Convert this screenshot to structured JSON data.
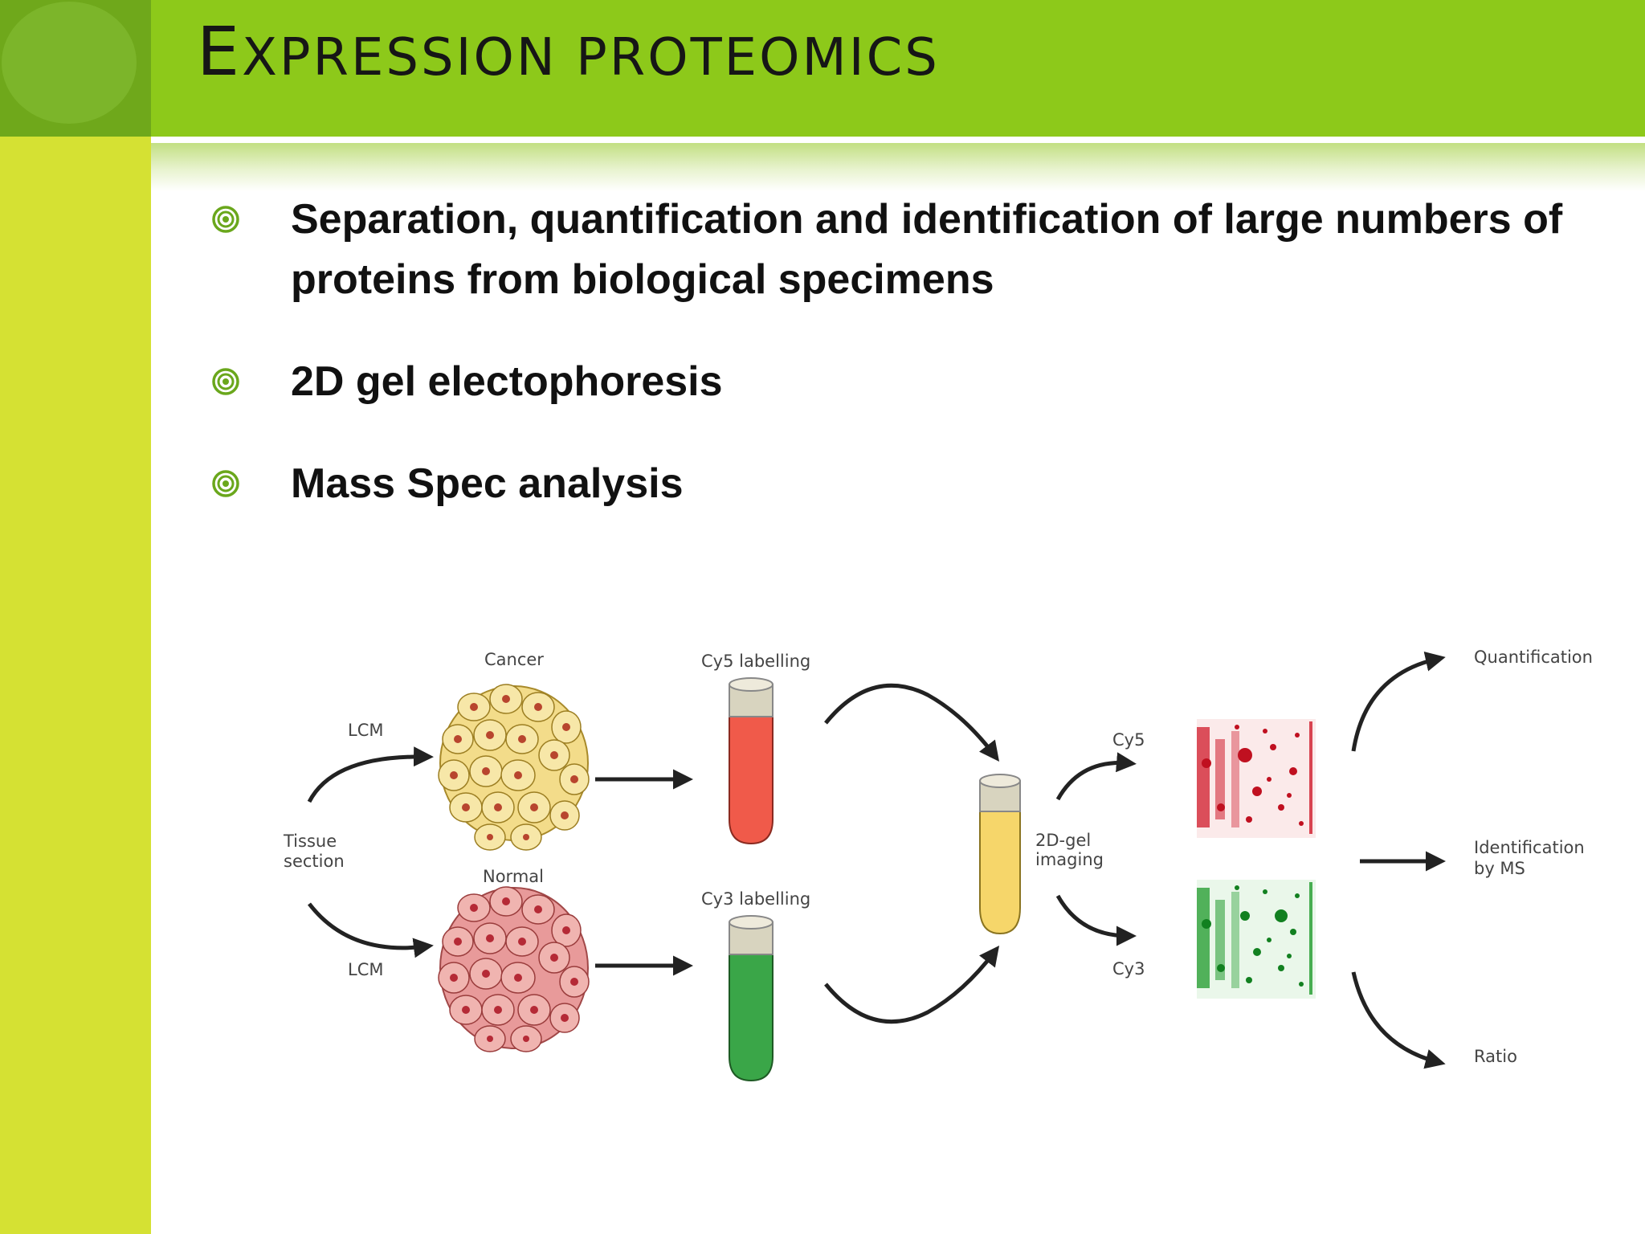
{
  "slide": {
    "title_first": "E",
    "title_rest": "XPRESSION  PROTEOMICS",
    "colors": {
      "header": "#8dc91a",
      "left_bar": "#d5e133",
      "bullet": "#6aa71c"
    }
  },
  "bullets": [
    {
      "text": "Separation, quantification and identification of large numbers of proteins from biological specimens",
      "icon": "circle-bullet-icon"
    },
    {
      "text": "2D gel electophoresis",
      "icon": "circle-bullet-icon"
    },
    {
      "text": "Mass Spec analysis",
      "icon": "circle-bullet-icon"
    }
  ],
  "diagram": {
    "labels": {
      "tissue_line1": "Tissue",
      "tissue_line2": "section",
      "lcm_top": "LCM",
      "lcm_bottom": "LCM",
      "cancer": "Cancer",
      "normal": "Normal",
      "cy5_labelling": "Cy5 labelling",
      "cy3_labelling": "Cy3 labelling",
      "gel_line1": "2D-gel",
      "gel_line2": "imaging",
      "cy5": "Cy5",
      "cy3": "Cy3",
      "quantification": "Quantification",
      "identification_line1": "Identification",
      "identification_line2": "by MS",
      "ratio": "Ratio"
    },
    "colors": {
      "cancer_cells": "#f3dc8a",
      "normal_cells": "#e89a9a",
      "cy5_tube": "#f05a4a",
      "cy3_tube": "#3aa648",
      "mix_tube": "#f6d66a",
      "cy5_gel": "#d01a2a",
      "cy3_gel": "#1e9a2a"
    }
  }
}
